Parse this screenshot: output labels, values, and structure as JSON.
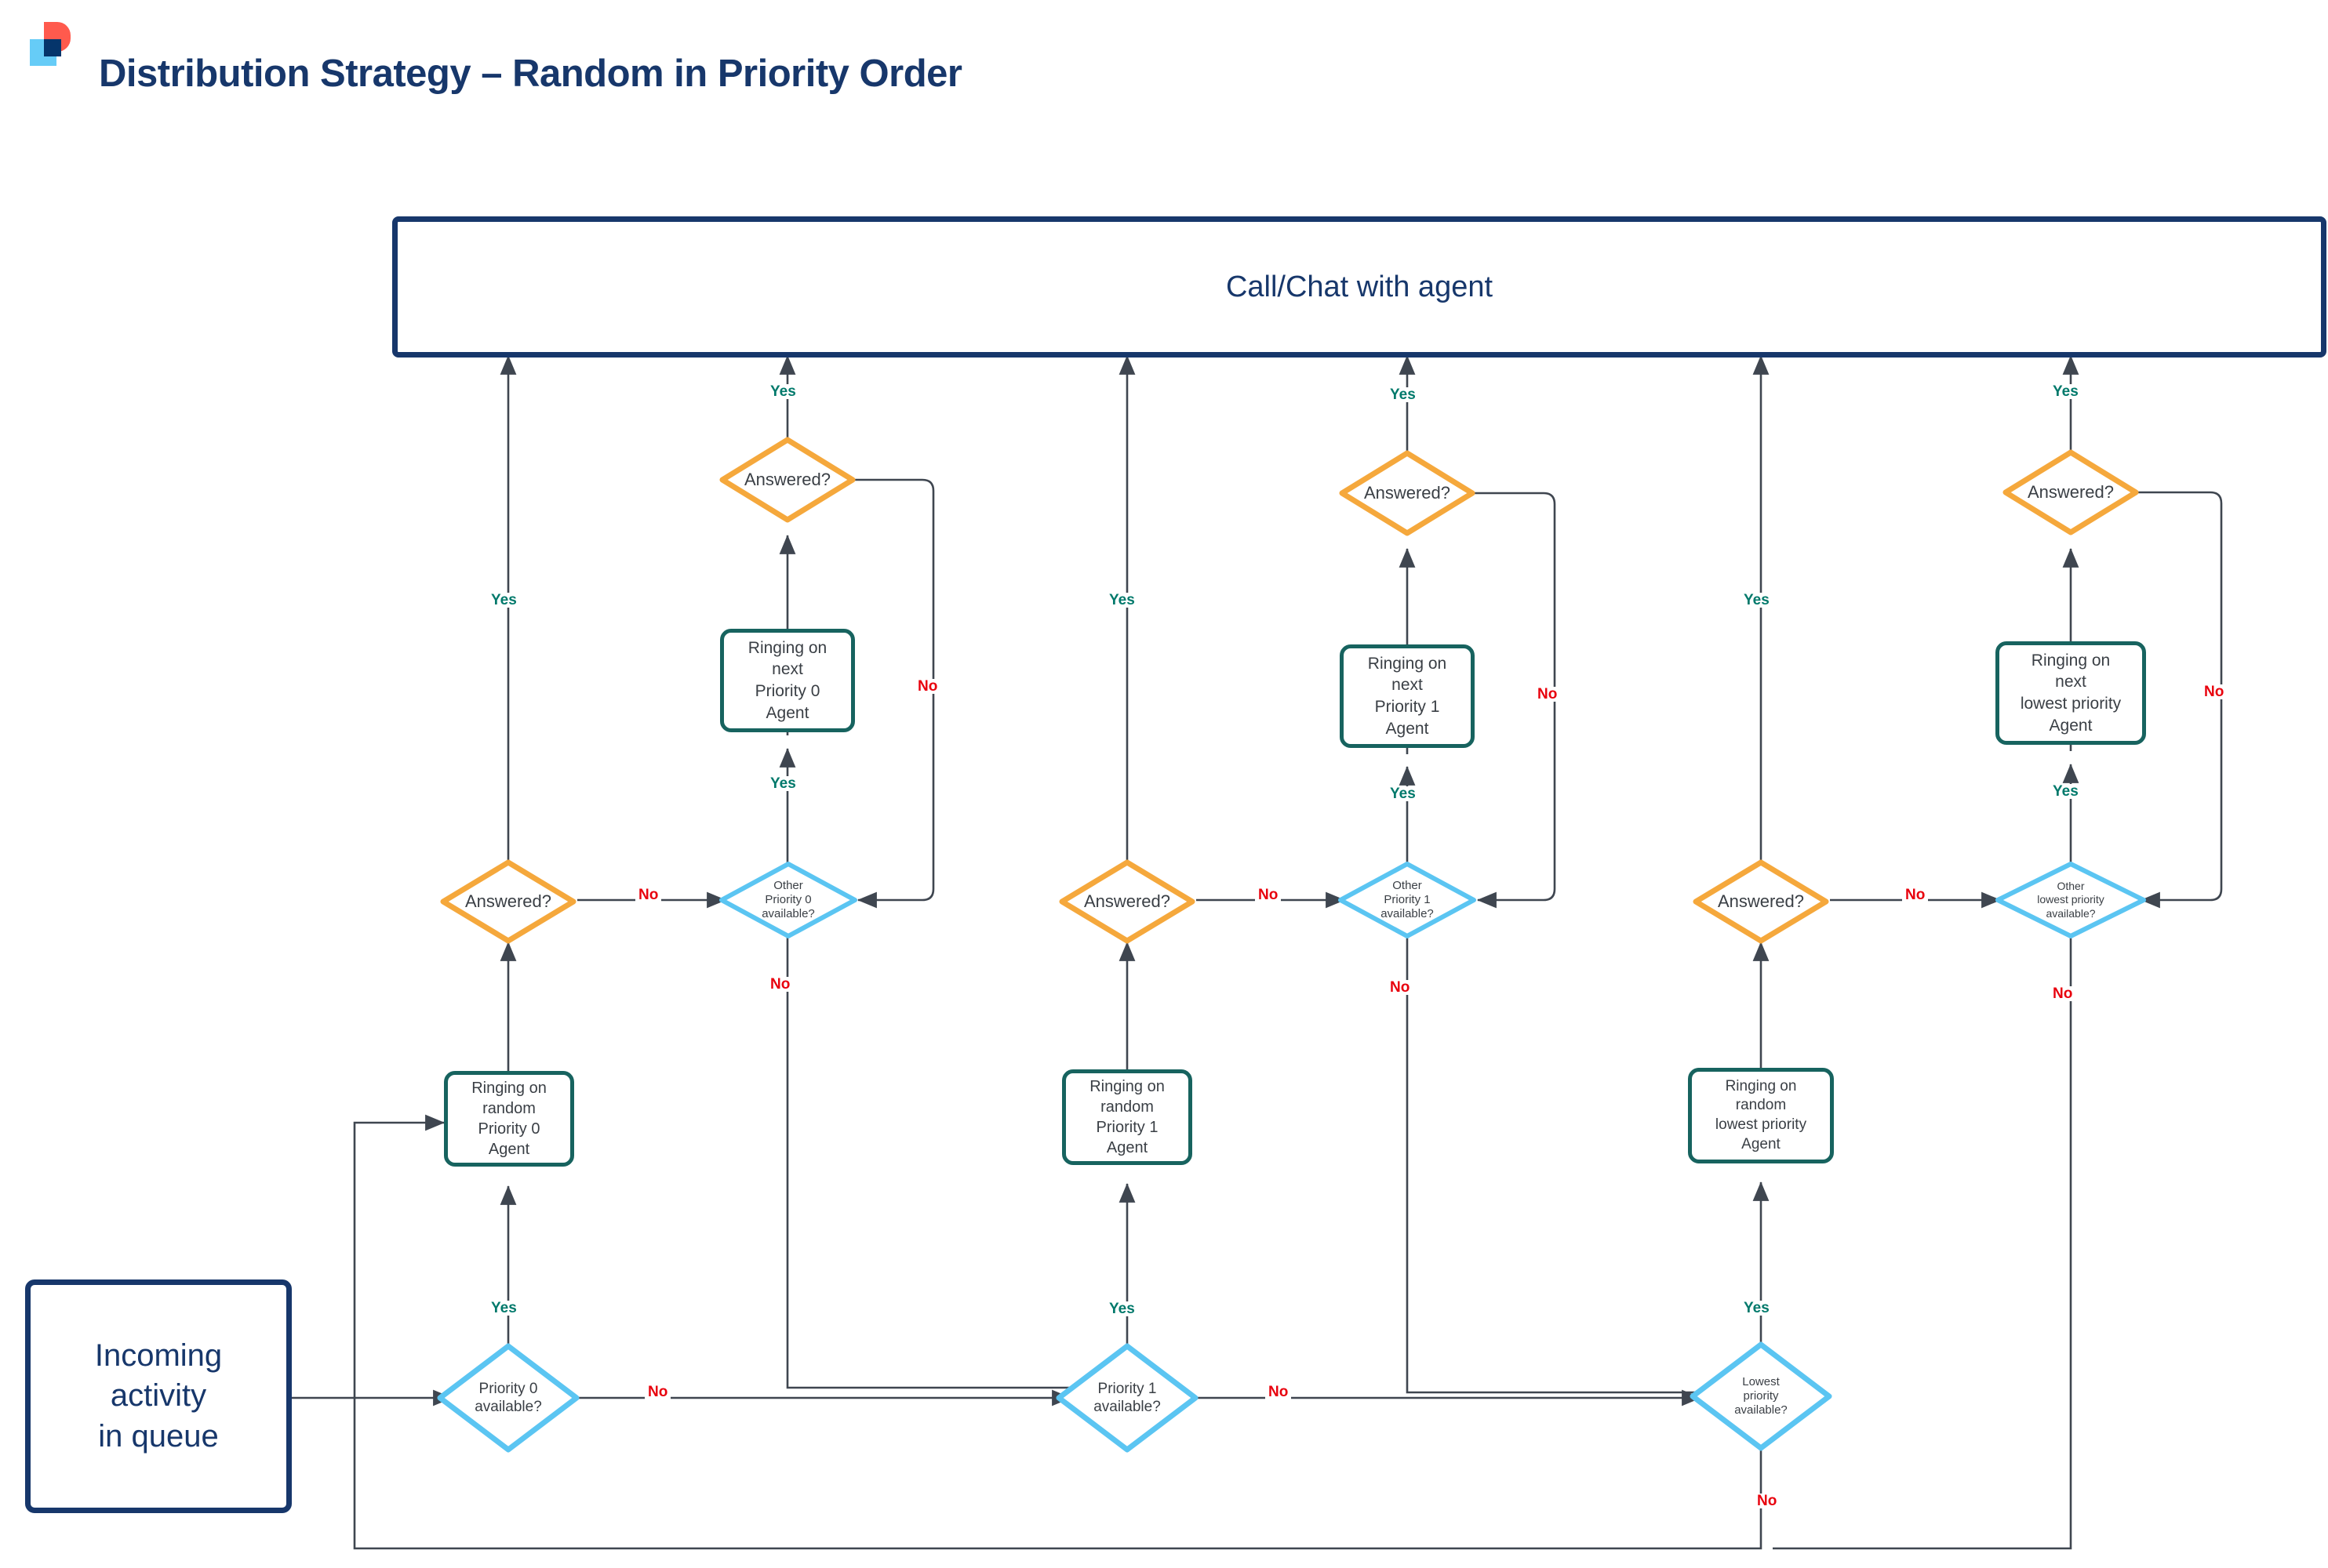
{
  "header": {
    "title": "Distribution Strategy – Random in Priority Order",
    "logo_name": "brand-logo",
    "colors": {
      "navy": "#17376b",
      "red": "#ff5a4d",
      "light_blue": "#66ccf7",
      "teal": "#17635f",
      "orange": "#f5a83c",
      "decision_blue": "#5bc5f2",
      "yes_green": "#00796b",
      "no_red": "#e8000d",
      "line_gray": "#3f4650"
    }
  },
  "diagram": {
    "name": "distribution-strategy-flowchart",
    "start_node": {
      "label": "Incoming\nactivity\nin queue",
      "line1": "Incoming",
      "line2": "activity",
      "line3": "in queue"
    },
    "terminal_banner": {
      "label": "Call/Chat with agent"
    },
    "edge_labels": {
      "yes": "Yes",
      "no": "No"
    },
    "columns": [
      {
        "id": "priority-0",
        "availability_decision": {
          "line1": "Priority 0",
          "line2": "available?"
        },
        "ringing_random": {
          "line1": "Ringing on",
          "line2": "random",
          "line3": "Priority 0",
          "line4": "Agent"
        },
        "answered_decision": {
          "label": "Answered?"
        },
        "other_available_decision": {
          "line1": "Other",
          "line2": "Priority 0",
          "line3": "available?"
        },
        "ringing_next": {
          "line1": "Ringing on",
          "line2": "next",
          "line3": "Priority 0",
          "line4": "Agent"
        },
        "answered_decision_2": {
          "label": "Answered?"
        }
      },
      {
        "id": "priority-1",
        "availability_decision": {
          "line1": "Priority 1",
          "line2": "available?"
        },
        "ringing_random": {
          "line1": "Ringing on",
          "line2": "random",
          "line3": "Priority 1",
          "line4": "Agent"
        },
        "answered_decision": {
          "label": "Answered?"
        },
        "other_available_decision": {
          "line1": "Other",
          "line2": "Priority 1",
          "line3": "available?"
        },
        "ringing_next": {
          "line1": "Ringing on",
          "line2": "next",
          "line3": "Priority 1",
          "line4": "Agent"
        },
        "answered_decision_2": {
          "label": "Answered?"
        }
      },
      {
        "id": "lowest-priority",
        "availability_decision": {
          "line1": "Lowest",
          "line2": "priority",
          "line3": "available?"
        },
        "ringing_random": {
          "line1": "Ringing on",
          "line2": "random",
          "line3": "lowest priority",
          "line4": "Agent"
        },
        "answered_decision": {
          "label": "Answered?"
        },
        "other_available_decision": {
          "line1": "Other",
          "line2": "lowest priority",
          "line3": "available?"
        },
        "ringing_next": {
          "line1": "Ringing on",
          "line2": "next",
          "line3": "lowest priority",
          "line4": "Agent"
        },
        "answered_decision_2": {
          "label": "Answered?"
        }
      }
    ]
  }
}
